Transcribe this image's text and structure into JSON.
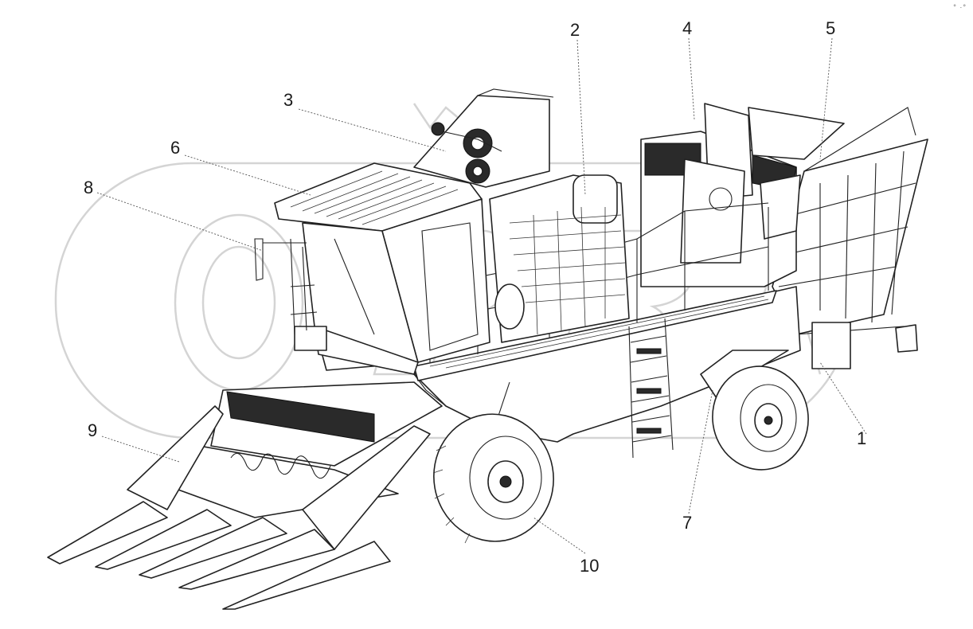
{
  "diagram": {
    "callouts": [
      {
        "id": "c1",
        "label": "1"
      },
      {
        "id": "c2",
        "label": "2"
      },
      {
        "id": "c3",
        "label": "3"
      },
      {
        "id": "c4",
        "label": "4"
      },
      {
        "id": "c5",
        "label": "5"
      },
      {
        "id": "c6",
        "label": "6"
      },
      {
        "id": "c7",
        "label": "7"
      },
      {
        "id": "c8",
        "label": "8"
      },
      {
        "id": "c9",
        "label": "9"
      },
      {
        "id": "c10",
        "label": "10"
      }
    ],
    "corner_mark": "° ·°",
    "watermark_text": "ОВДИ"
  }
}
